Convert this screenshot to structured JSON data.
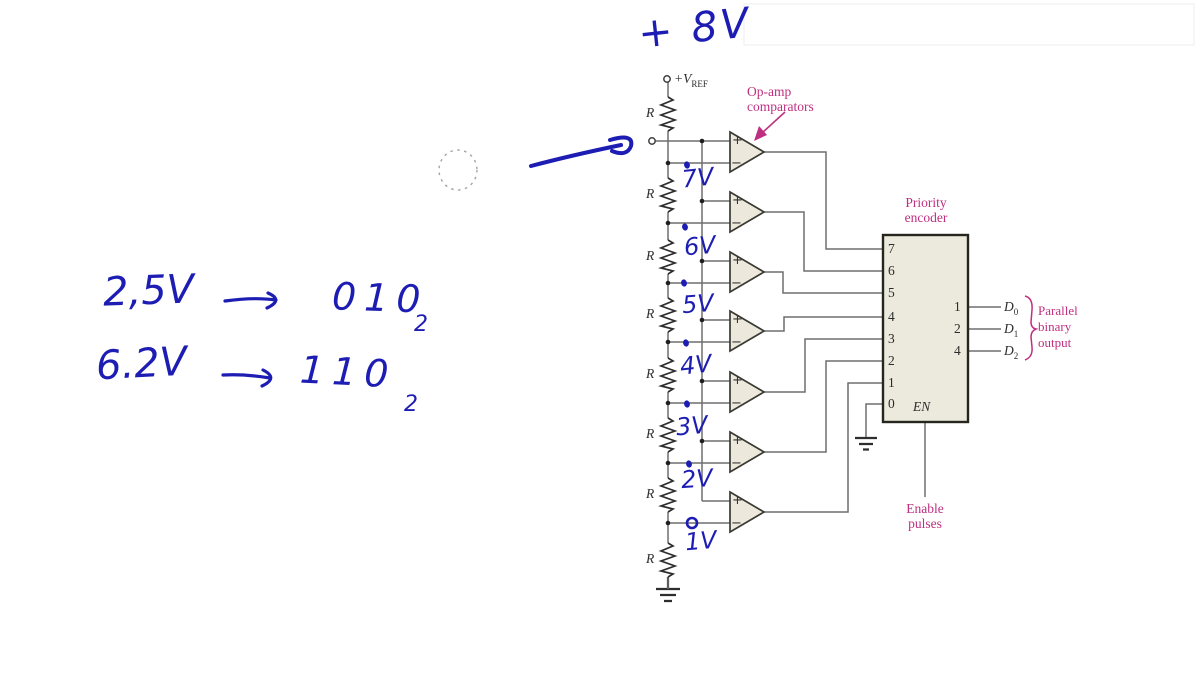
{
  "handwriting": {
    "ink_color": "#1d1db4",
    "supply_voltage": "+ 8V",
    "tap_voltages": [
      "7V",
      "6V",
      "5V",
      "4V",
      "3V",
      "2V",
      "1V"
    ],
    "examples": [
      {
        "input": "2,5V",
        "output": "010",
        "output_base": "2"
      },
      {
        "input": "6.2V",
        "output": "110",
        "output_base": "2"
      }
    ]
  },
  "circuit": {
    "reference_label": {
      "text": "+V",
      "subscript": "REF"
    },
    "resistor_label": "R",
    "comparator_signs": {
      "plus": "+",
      "minus": "−"
    },
    "opamp_label": {
      "line1": "Op-amp",
      "line2": "comparators"
    },
    "encoder": {
      "title": {
        "line1": "Priority",
        "line2": "encoder"
      },
      "input_pins": [
        "7",
        "6",
        "5",
        "4",
        "3",
        "2",
        "1",
        "0"
      ],
      "output_pins": [
        "1",
        "2",
        "4"
      ],
      "output_signals": [
        {
          "base": "D",
          "subscript": "0"
        },
        {
          "base": "D",
          "subscript": "1"
        },
        {
          "base": "D",
          "subscript": "2"
        }
      ],
      "enable_pin": "EN",
      "enable_label": {
        "line1": "Enable",
        "line2": "pulses"
      },
      "output_group_label": {
        "line1": "Parallel",
        "line2": "binary",
        "line3": "output"
      }
    },
    "colors": {
      "magenta": "#bf2f80",
      "wire": "#6e6e6e",
      "component_fill": "#ece8db",
      "ink_blue": "#1d1db4"
    }
  }
}
